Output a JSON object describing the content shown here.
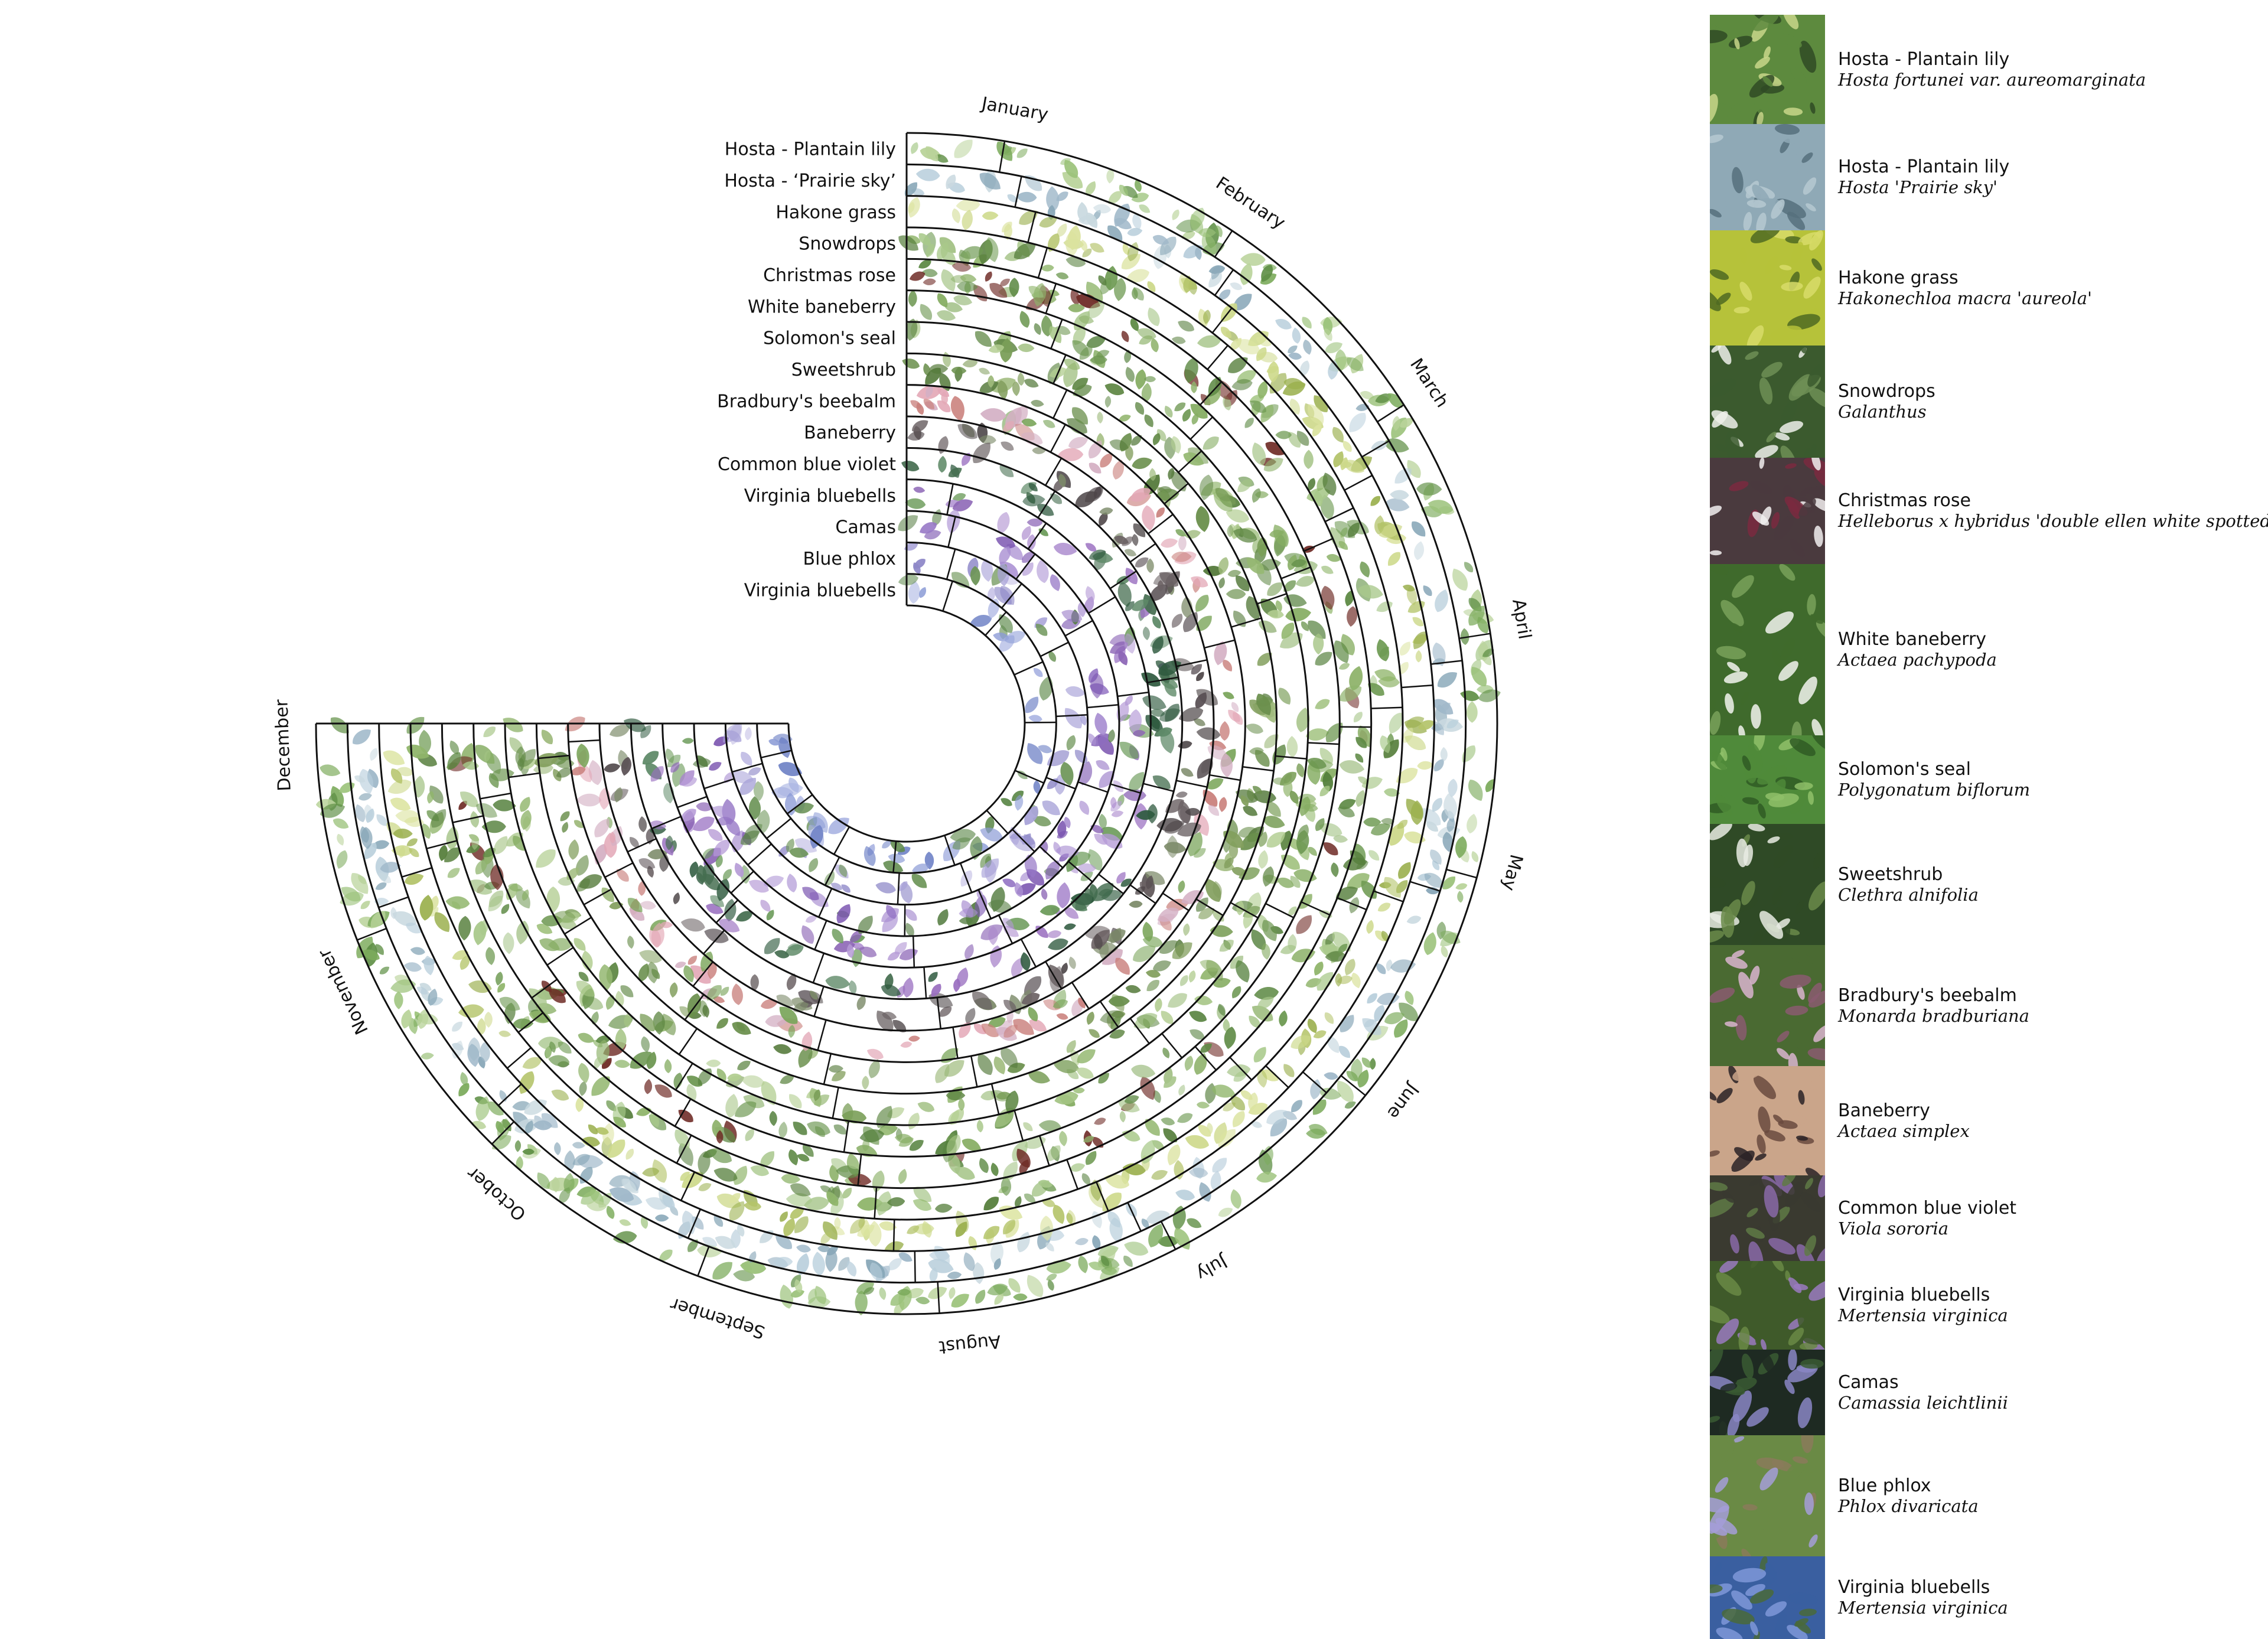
{
  "months": [
    "January",
    "February",
    "March",
    "April",
    "May",
    "June",
    "July",
    "August",
    "September",
    "October",
    "November",
    "December"
  ],
  "rings": [
    {
      "label": "Hosta - Plantain lily",
      "colors": [
        "#7cab5c",
        "#9bc27a",
        "#5f8f45",
        "#b9d39a"
      ]
    },
    {
      "label": "Hosta - ‘Prairie sky’",
      "colors": [
        "#9fb8c9",
        "#b9cfdc",
        "#88a7b8",
        "#c9d9e0"
      ]
    },
    {
      "label": "Hakone grass",
      "colors": [
        "#b4c46a",
        "#cdd98a",
        "#9bb04f",
        "#dbe39f"
      ]
    },
    {
      "label": "Snowdrops",
      "colors": [
        "#6e9a52",
        "#8fb56a",
        "#a9c98b",
        "#577f3d"
      ]
    },
    {
      "label": "Christmas rose",
      "colors": [
        "#6f2b26",
        "#8fb36c",
        "#5e8a45",
        "#a6c589"
      ]
    },
    {
      "label": "White baneberry",
      "colors": [
        "#6c9650",
        "#86ad63",
        "#a4c483",
        "#54803c"
      ]
    },
    {
      "label": "Solomon's seal",
      "colors": [
        "#7a9e58",
        "#95b872",
        "#5f8744",
        "#b3ce92"
      ]
    },
    {
      "label": "Sweetshrub",
      "colors": [
        "#6a8f4c",
        "#839f5e",
        "#9db97a",
        "#557a3b"
      ]
    },
    {
      "label": "Bradbury's beebalm",
      "colors": [
        "#c97f7b",
        "#e3a7b6",
        "#d4b0c4",
        "#7aa55a"
      ]
    },
    {
      "label": "Baneberry",
      "colors": [
        "#4d4648",
        "#6b6264",
        "#7d8b6a",
        "#595054"
      ]
    },
    {
      "label": "Common blue violet",
      "colors": [
        "#2f5a3f",
        "#456e50",
        "#9a6fc0",
        "#5f8a68"
      ]
    },
    {
      "label": "Virginia bluebells",
      "colors": [
        "#8b64b5",
        "#a886cc",
        "#6a9a58",
        "#b59ad6"
      ]
    },
    {
      "label": "Camas",
      "colors": [
        "#7b55b0",
        "#9677c6",
        "#587f45",
        "#a98fd2"
      ]
    },
    {
      "label": "Blue phlox",
      "colors": [
        "#8e88c8",
        "#a8a2d8",
        "#6d9558",
        "#c1bce4"
      ]
    },
    {
      "label": "Virginia bluebells",
      "colors": [
        "#6f82c6",
        "#8b9bd6",
        "#5f8a4c",
        "#aab4e2"
      ]
    }
  ],
  "legend": [
    {
      "common": "Hosta - Plantain lily",
      "scientific": "Hosta fortunei var. aureomarginata",
      "thumb": [
        "#5d8a3e",
        "#c8d68a",
        "#2f4a24"
      ]
    },
    {
      "common": "Hosta - Plantain lily",
      "scientific": " Hosta 'Prairie sky'",
      "thumb": [
        "#8fa9b6",
        "#b6c9d1",
        "#56707d"
      ]
    },
    {
      "common": "Hakone grass",
      "scientific": "Hakonechloa macra 'aureola'",
      "thumb": [
        "#b6c23a",
        "#d8dc6a",
        "#4f6a22"
      ]
    },
    {
      "common": "Snowdrops",
      "scientific": "Galanthus",
      "thumb": [
        "#3b5a2e",
        "#eef0ea",
        "#6f8f55"
      ]
    },
    {
      "common": "Christmas rose",
      "scientific": "Helleborus x hybridus 'double ellen white spotted'",
      "thumb": [
        "#4a3a3e",
        "#f1eeee",
        "#7a2a40"
      ]
    },
    {
      "common": "White baneberry",
      "scientific": "Actaea pachypoda",
      "thumb": [
        "#3f6a2c",
        "#f2f3ee",
        "#79a15a"
      ]
    },
    {
      "common": "Solomon's seal",
      "scientific": "Polygonatum biflorum",
      "thumb": [
        "#4f8a3a",
        "#8fc06a",
        "#2f5a25"
      ]
    },
    {
      "common": "Sweetshrub",
      "scientific": "Clethra alnifolia",
      "thumb": [
        "#2f4a26",
        "#e8ebe3",
        "#6a8a4a"
      ]
    },
    {
      "common": "Bradbury's beebalm",
      "scientific": "Monarda bradburiana",
      "thumb": [
        "#4a6a32",
        "#d9b4cf",
        "#8a5a70"
      ]
    },
    {
      "common": "Baneberry",
      "scientific": "Actaea simplex",
      "thumb": [
        "#caa58a",
        "#2a2226",
        "#6a4a3e"
      ]
    },
    {
      "common": "Common blue violet",
      "scientific": "Viola sororia",
      "thumb": [
        "#3a3a30",
        "#8a6aa8",
        "#5f7a45"
      ]
    },
    {
      "common": "Virginia bluebells",
      "scientific": " Mertensia virginica",
      "thumb": [
        "#3f5a2a",
        "#9a7ac0",
        "#6a8a45"
      ]
    },
    {
      "common": "Camas",
      "scientific": "Camassia leichtlinii",
      "thumb": [
        "#1e2a22",
        "#8a86c4",
        "#3a5a32"
      ]
    },
    {
      "common": "Blue phlox",
      "scientific": "Phlox divaricata",
      "thumb": [
        "#6a8a45",
        "#a59ed8",
        "#8a7a5a"
      ]
    },
    {
      "common": "Virginia bluebells",
      "scientific": "Mertensia virginica",
      "thumb": [
        "#3a5fa0",
        "#7f98d8",
        "#4a6a3a"
      ]
    }
  ]
}
